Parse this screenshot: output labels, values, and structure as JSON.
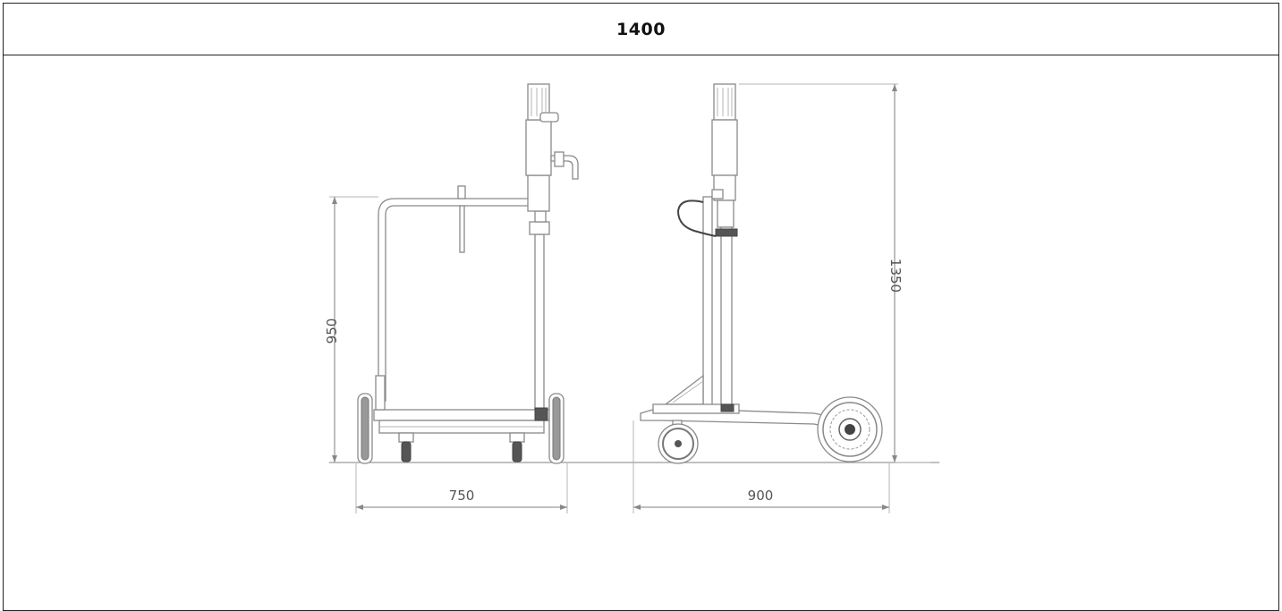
{
  "header": {
    "title": "1400"
  },
  "dimensions": {
    "front_height": "950",
    "front_width": "750",
    "side_length": "900",
    "total_height": "1350"
  }
}
